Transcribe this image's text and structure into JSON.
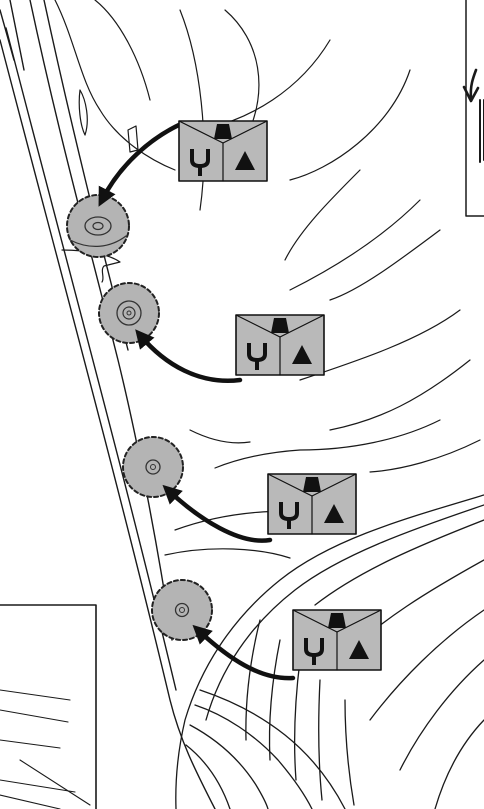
{
  "figure": {
    "background": "#ffffff",
    "line_color": "#1a1a1a",
    "callout_fill": "#b9b9b9",
    "disc_fill": "#b4b4b4",
    "callout_symbols": [
      "trapezoid-icon",
      "fork-icon",
      "triangle-icon"
    ],
    "points": [
      {
        "id": "fastener-1"
      },
      {
        "id": "fastener-2"
      },
      {
        "id": "fastener-3"
      },
      {
        "id": "fastener-4"
      }
    ],
    "insets": [
      {
        "id": "inset-top-right",
        "contains": "down-arrow-icon"
      },
      {
        "id": "inset-bottom-left"
      }
    ]
  }
}
